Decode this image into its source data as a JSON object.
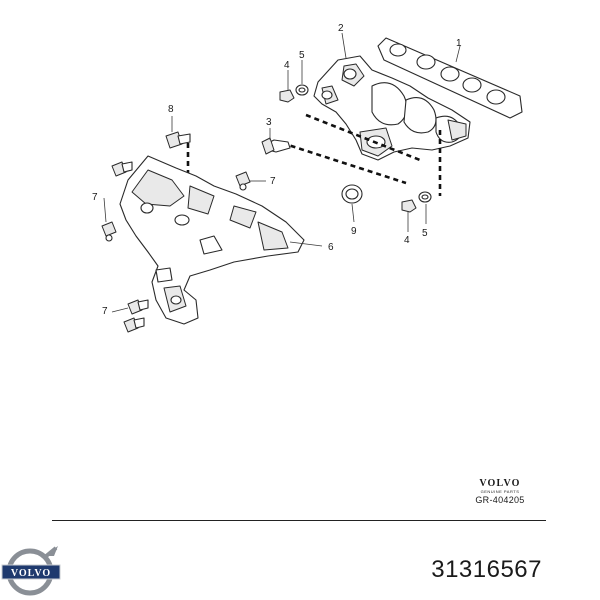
{
  "diagram": {
    "callouts": {
      "c1": "1",
      "c2": "2",
      "c3": "3",
      "c4a": "4",
      "c4b": "4",
      "c5a": "5",
      "c5b": "5",
      "c6": "6",
      "c7a": "7",
      "c7b": "7",
      "c7c": "7",
      "c8": "8",
      "c9": "9"
    }
  },
  "footer": {
    "brand": "VOLVO",
    "brand_sub": "GENUINE PARTS",
    "ref_code": "GR-404205",
    "logo_text": "VOLVO",
    "part_number": "31316567"
  },
  "colors": {
    "line": "#2a2a2a",
    "logo_blue": "#1f3a6e",
    "logo_steel": "#8a8f96"
  }
}
